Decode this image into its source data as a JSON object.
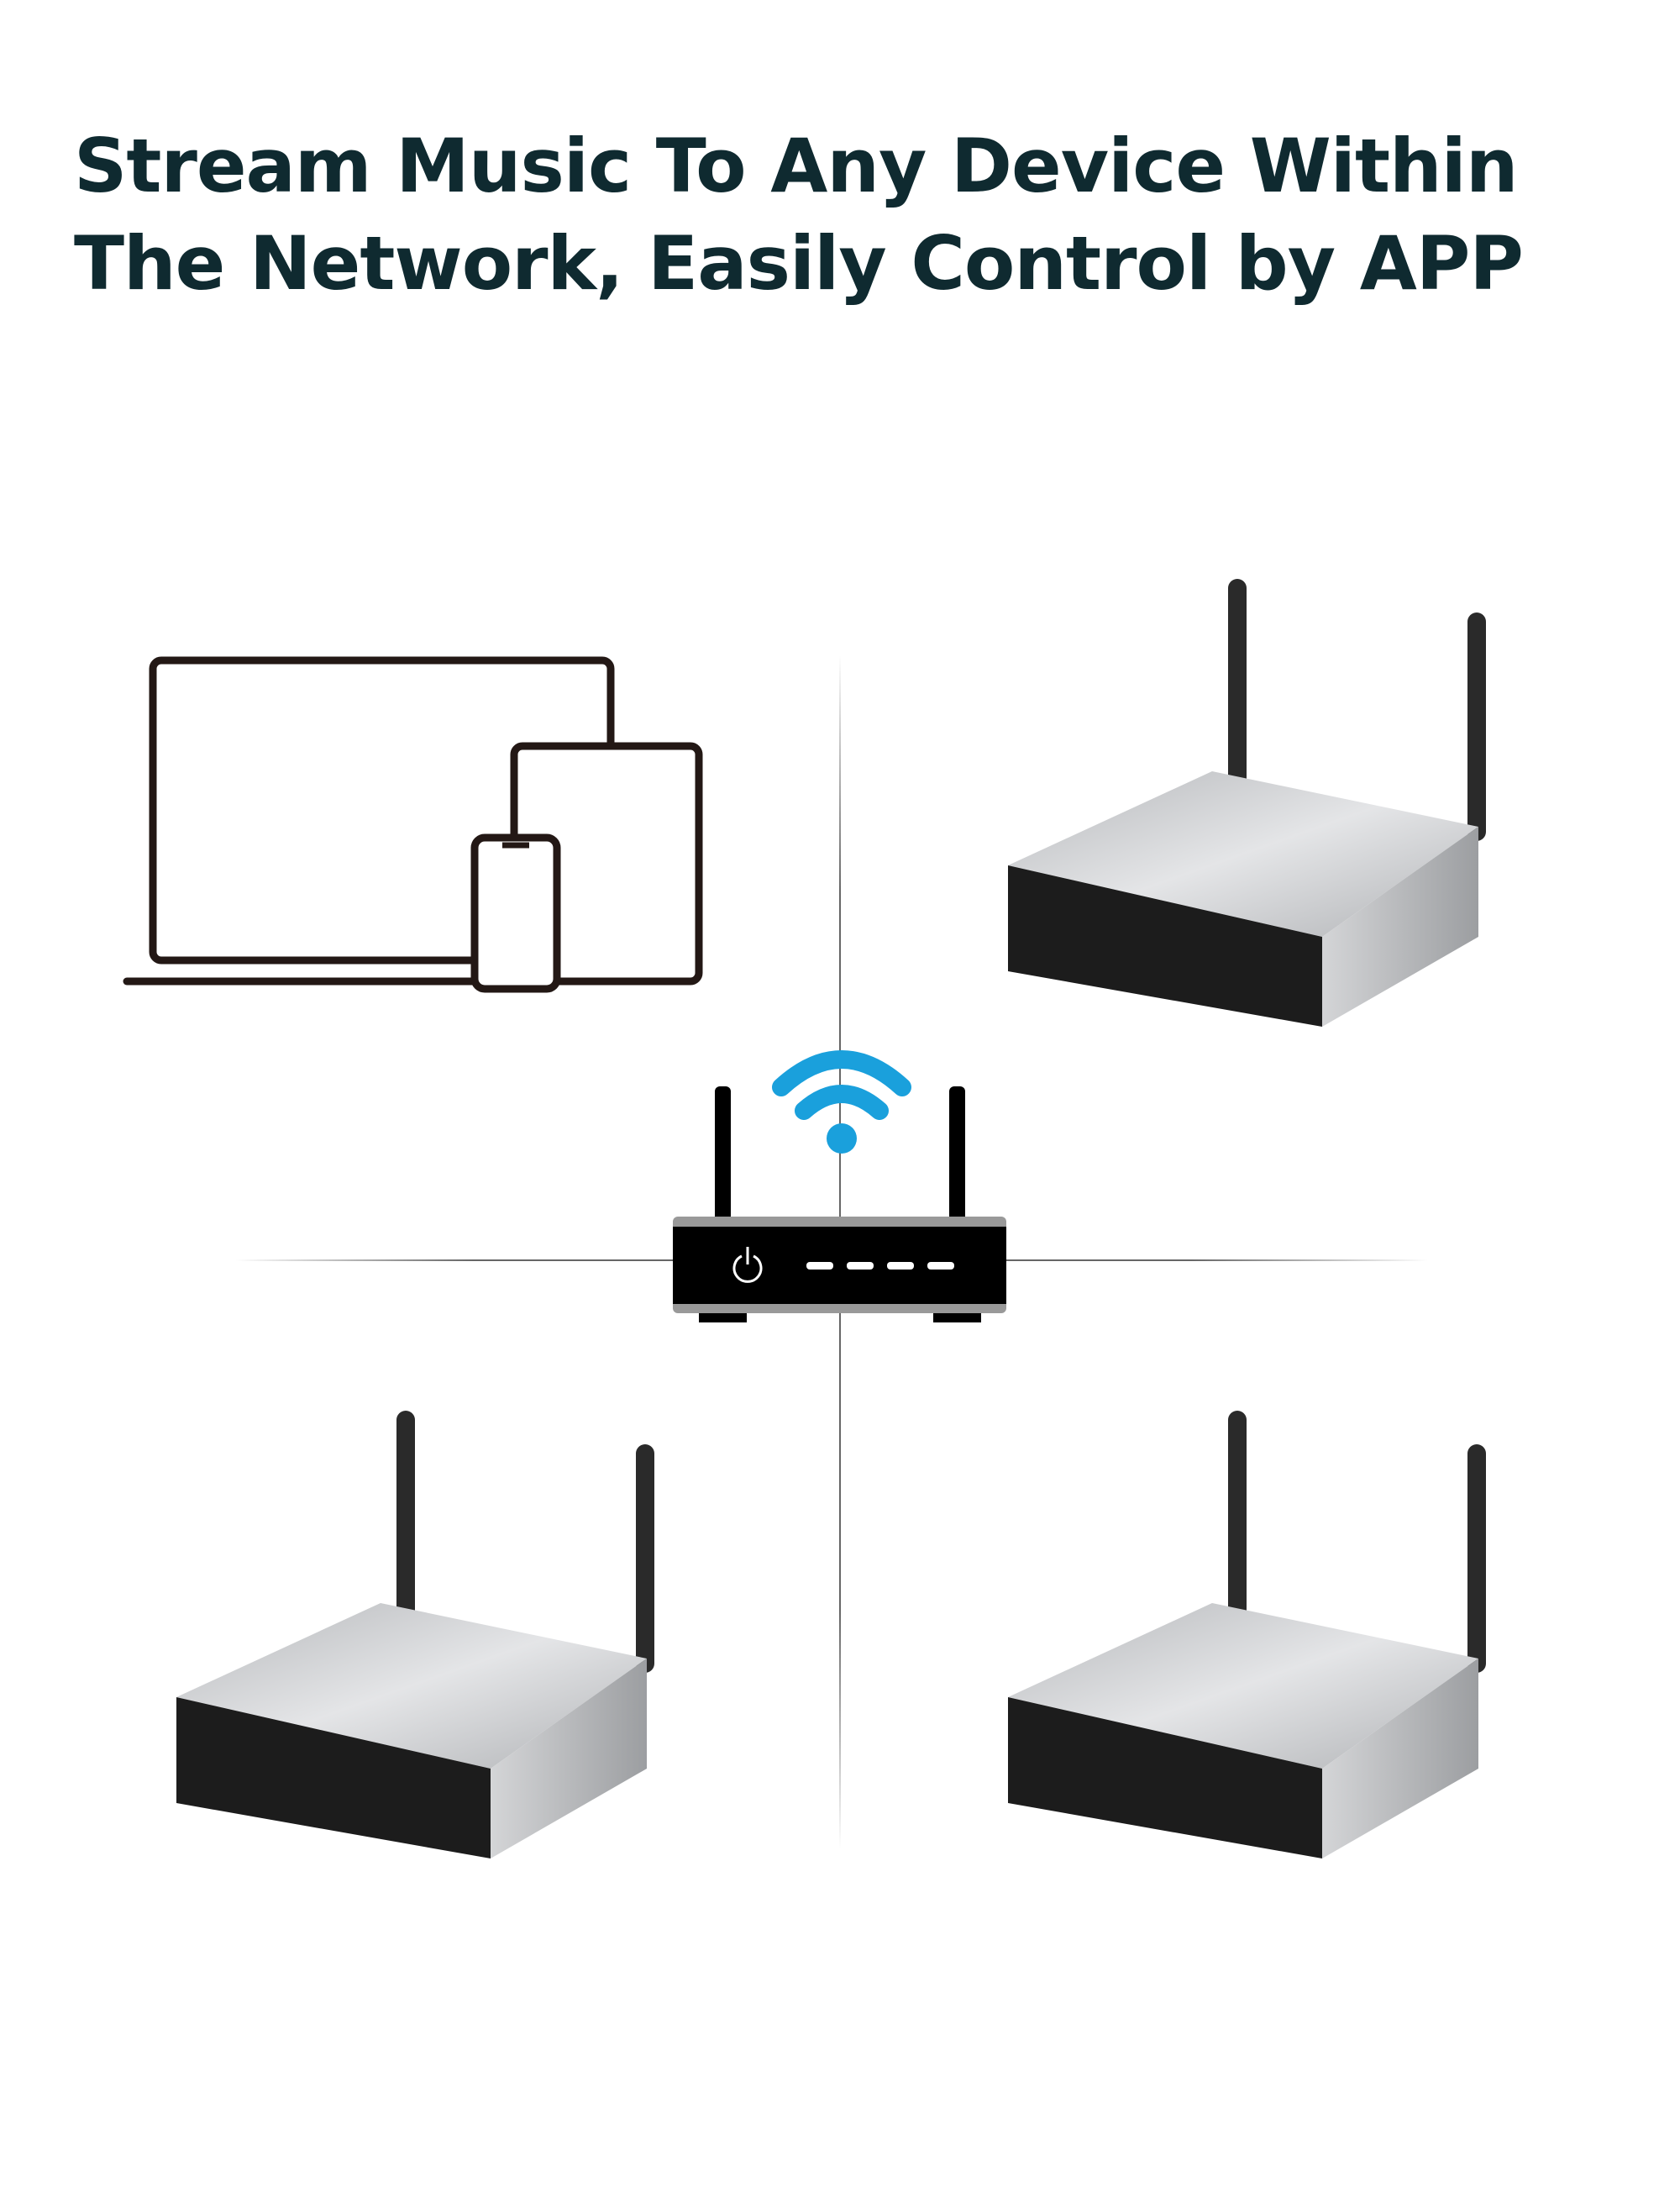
{
  "headline": {
    "line1": "Stream Music To Any Device Within",
    "line2": "The Network, Easily Control by APP"
  },
  "colors": {
    "title": "#0f2a30",
    "wifi": "#1aa0dc",
    "router_body": "#000000",
    "router_trim": "#999999",
    "amp_front": "#1c1c1c",
    "amp_top": "#c9cacc",
    "amp_side": "#a9abae"
  },
  "icons": [
    "devices-icon",
    "router-icon",
    "wifi-icon",
    "power-icon",
    "amplifier-image"
  ]
}
